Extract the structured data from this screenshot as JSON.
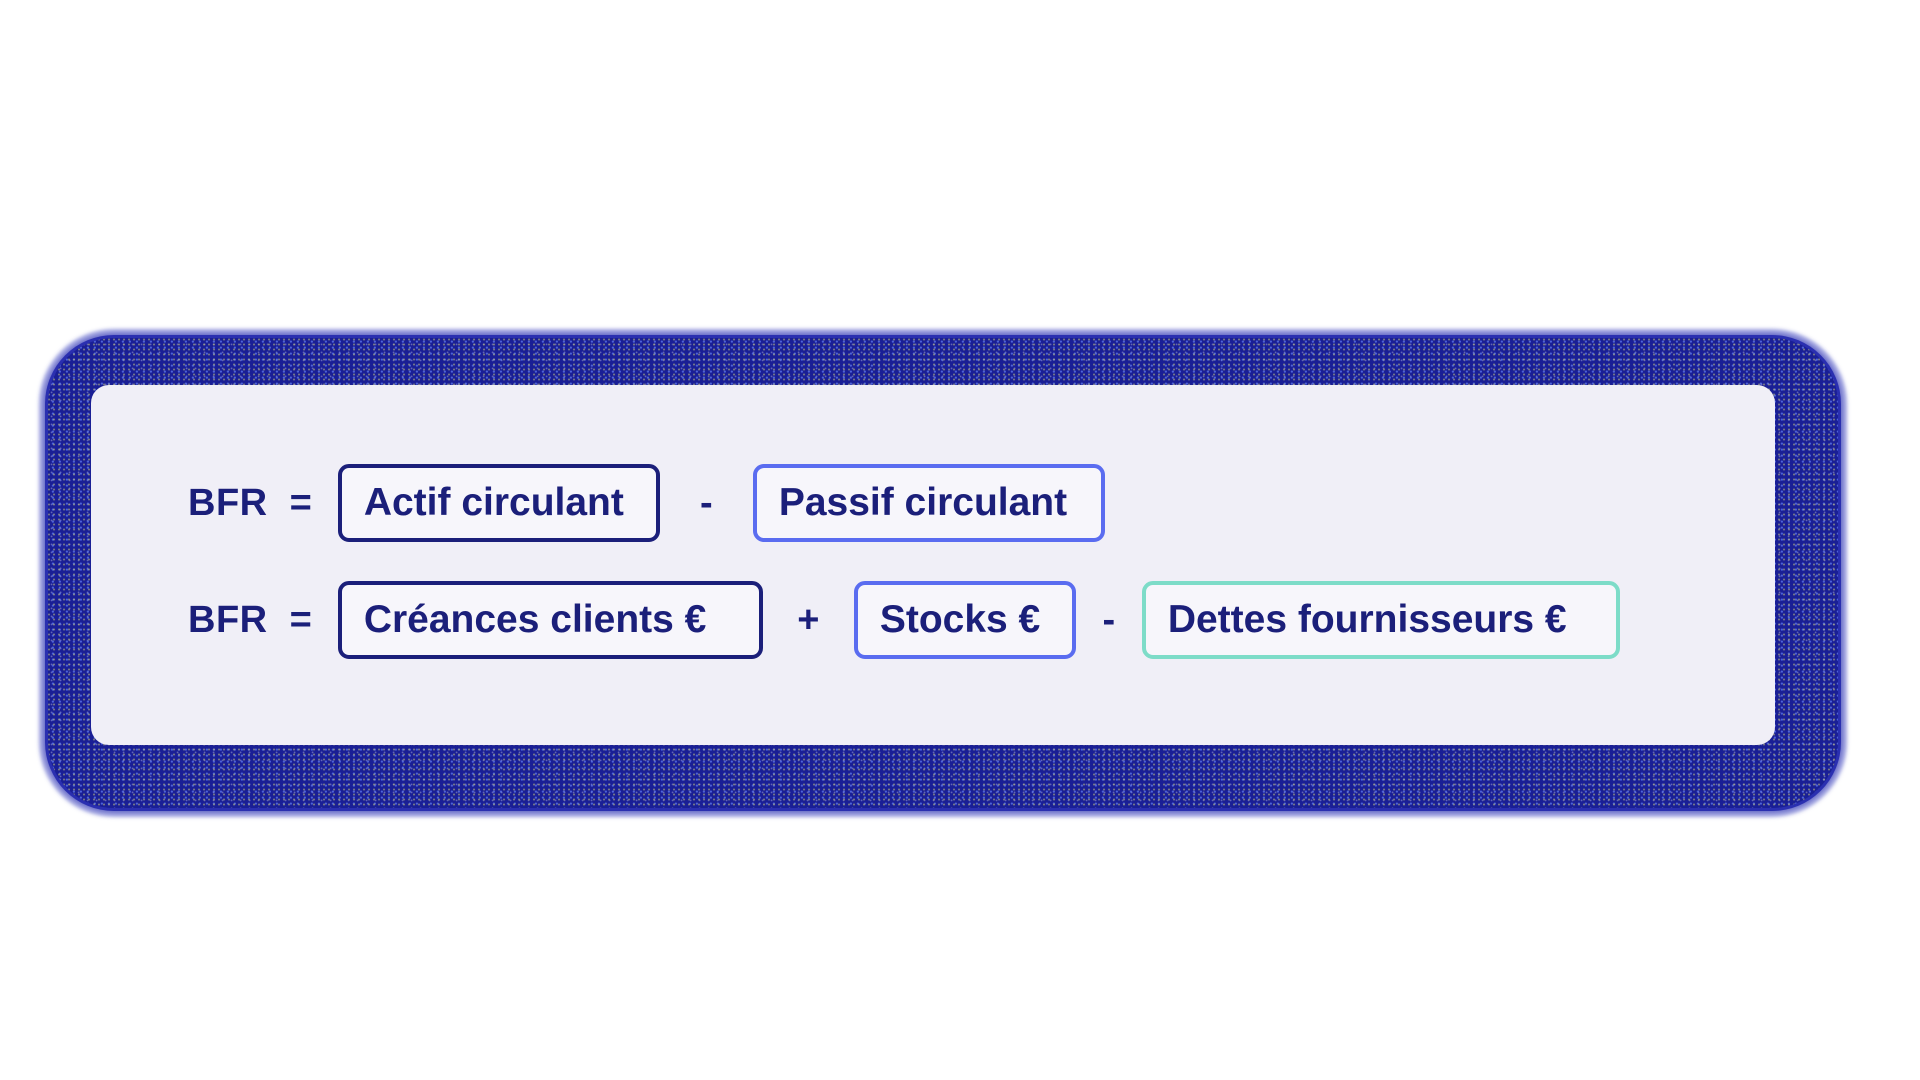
{
  "formula": {
    "row1": {
      "lhs": "BFR",
      "equals": "=",
      "term1": "Actif circulant",
      "op1": "-",
      "term2": "Passif circulant"
    },
    "row2": {
      "lhs": "BFR",
      "equals": "=",
      "term1": "Créances clients €",
      "op1": "+",
      "term2": "Stocks €",
      "op2": "-",
      "term3": "Dettes fournisseurs €"
    }
  },
  "colors": {
    "frame": "#1a1f95",
    "card": "#f0eff7",
    "text": "#1b1f7a",
    "border_navy": "#1b1f7a",
    "border_blue": "#5a6cf0",
    "border_teal": "#7ddcc8"
  }
}
